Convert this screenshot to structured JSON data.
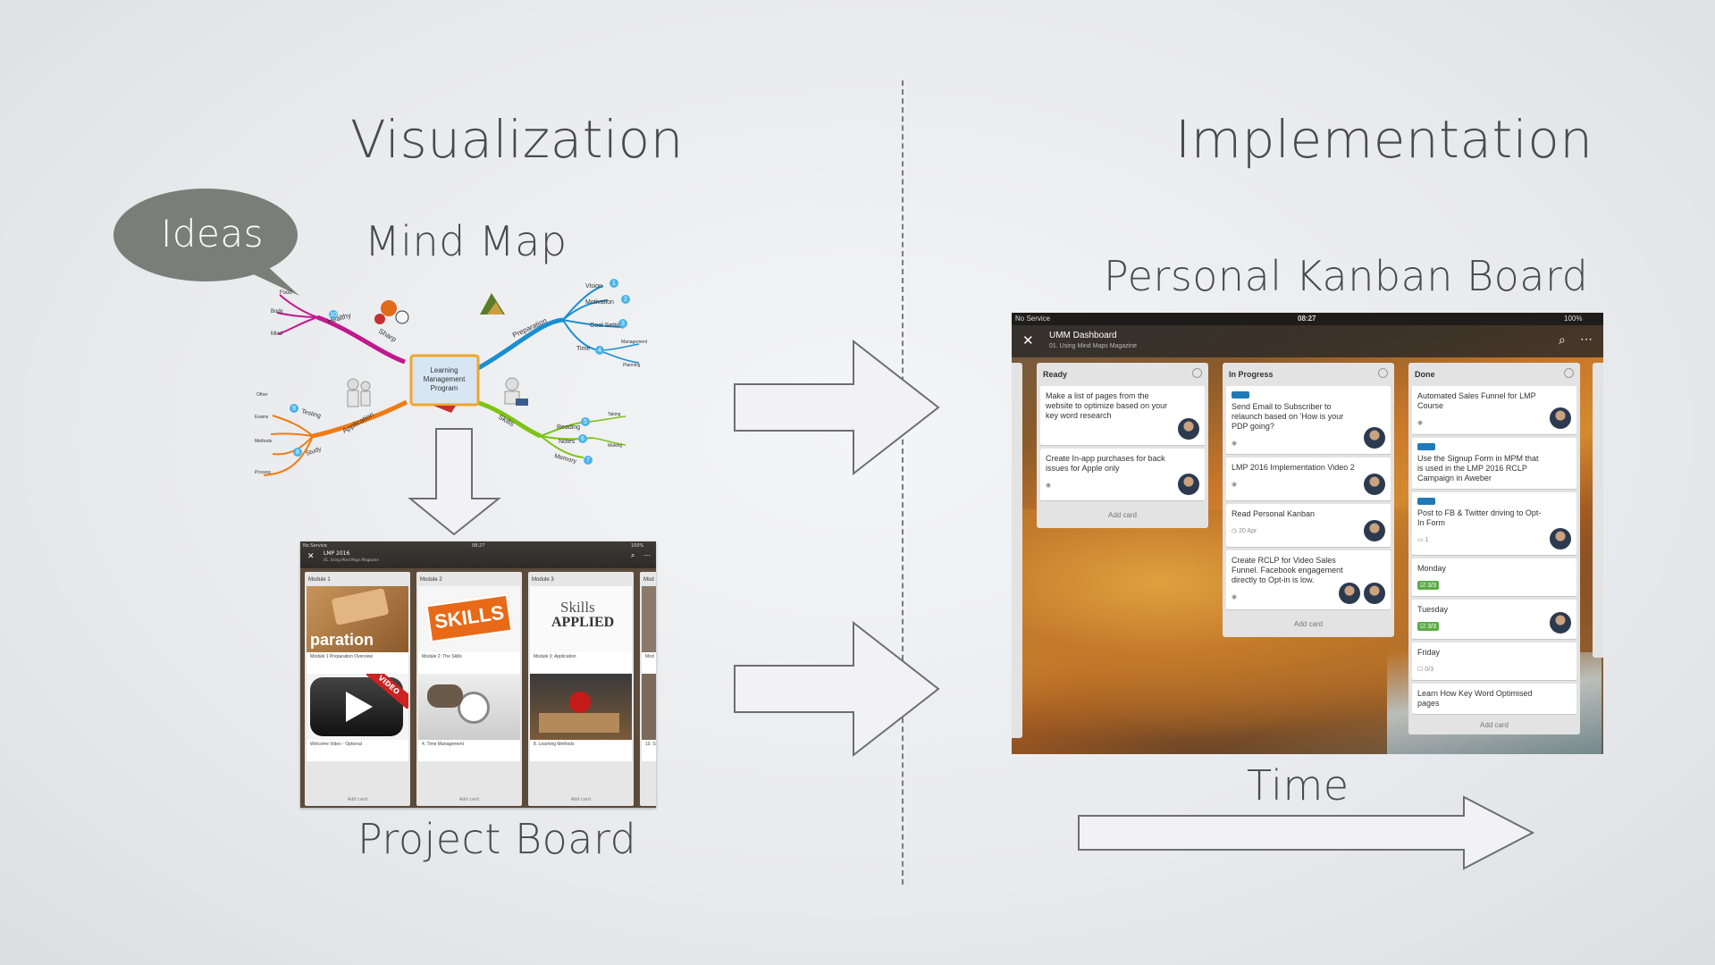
{
  "headings": {
    "visualization": "Visualization",
    "implementation": "Implementation",
    "mind_map": "Mind Map",
    "personal_kanban": "Personal Kanban Board",
    "project_board": "Project Board",
    "time": "Time"
  },
  "bubble": {
    "text": "Ideas"
  },
  "mind_map": {
    "center": [
      "Learning",
      "Management",
      "Program"
    ],
    "branches": [
      {
        "label": "Healthy",
        "num": "10",
        "color": "#c2188f",
        "leaves": [
          "Food",
          "Body",
          "Mind"
        ]
      },
      {
        "label": "Sharp",
        "color": "#c2188f"
      },
      {
        "label": "Preparation",
        "color": "#1a8fd0",
        "leaves": [
          {
            "label": "Vision",
            "num": "1"
          },
          {
            "label": "Motivation",
            "num": "2"
          },
          {
            "label": "Goal Setting",
            "num": "3"
          },
          {
            "label": "Time",
            "num": "4"
          },
          {
            "label": "Management"
          },
          {
            "label": "Planning"
          }
        ]
      },
      {
        "label": "Skills",
        "color": "#7cc414",
        "leaves": [
          {
            "label": "Reading",
            "num": "5"
          },
          {
            "label": "Taking"
          },
          {
            "label": "Notes",
            "num": "6"
          },
          {
            "label": "Making"
          },
          {
            "label": "Memory",
            "num": "7"
          }
        ]
      },
      {
        "label": "Application",
        "color": "#f07b12",
        "leaves": [
          {
            "label": "Testing",
            "num": "9"
          },
          {
            "label": "Other"
          },
          {
            "label": "Exams"
          },
          {
            "label": "Study",
            "num": "8"
          },
          {
            "label": "Methods"
          },
          {
            "label": "Process"
          }
        ]
      }
    ]
  },
  "project_board": {
    "status_left": "No Service",
    "status_time": "08:27",
    "status_right": "100%",
    "title": "LMP 2016",
    "subtitle": "01. Using Mind Maps Magazine",
    "columns": [
      {
        "name": "Module 1",
        "img_text": "paration",
        "cap1": "Module 1 Preparation Overview",
        "cap2": "Welcome Video - Optional",
        "add": "Add card"
      },
      {
        "name": "Module 2",
        "img_text": "SKILLS",
        "cap1": "Module 2: The Skills",
        "cap2": "4. Time Management",
        "add": "Add card"
      },
      {
        "name": "Module 3",
        "img_text": "Skills",
        "img_text2": "APPLIED",
        "cap1": "Module 3: Application",
        "cap2": "8. Learning Methods",
        "add": "Add card"
      },
      {
        "name": "Mod",
        "cap1": "Mod",
        "cap2": "10. S"
      }
    ],
    "video_label": "VIDEO"
  },
  "kanban": {
    "status_left": "No Service",
    "status_time": "08:27",
    "status_right": "100%",
    "board_title": "UMM Dashboard",
    "board_subtitle": "01. Using Mind Maps Magazine",
    "lists": [
      {
        "title": "Ready",
        "add": "Add card",
        "cards": [
          {
            "text": "Make a list of pages from the website to optimize based on your key word research"
          },
          {
            "text": "Create In-app purchases for back issues for Apple only"
          }
        ]
      },
      {
        "title": "In Progress",
        "add": "Add card",
        "cards": [
          {
            "text": "Send Email to Subscriber to relaunch based on 'How is your PDP going?"
          },
          {
            "text": "LMP 2016 Implementation Video 2"
          },
          {
            "text": "Read Personal Kanban",
            "badge": "20 Apr"
          },
          {
            "text": "Create RCLP for Video Sales Funnel. Facebook engagement directly to Opt-in is low."
          }
        ]
      },
      {
        "title": "Done",
        "add": "Add card",
        "cards": [
          {
            "text": "Automated Sales Funnel for LMP Course"
          },
          {
            "text": "Use the Signup Form in MPM that is used in the LMP 2016 RCLP Campaign in Aweber"
          },
          {
            "text": "Post to FB & Twitter driving to Opt-In Form",
            "badge": "1"
          },
          {
            "text": "Monday",
            "check": "3/3"
          },
          {
            "text": "Tuesday",
            "check": "3/3"
          },
          {
            "text": "Friday",
            "badge": "0/3"
          },
          {
            "text": "Learn How Key Word Optimised pages"
          }
        ]
      }
    ]
  },
  "colors": {
    "arrow_stroke": "#6e6e6e",
    "bubble": "#7a7e78",
    "tag_blue": "#1f7ab8",
    "check_green": "#5aac44"
  }
}
